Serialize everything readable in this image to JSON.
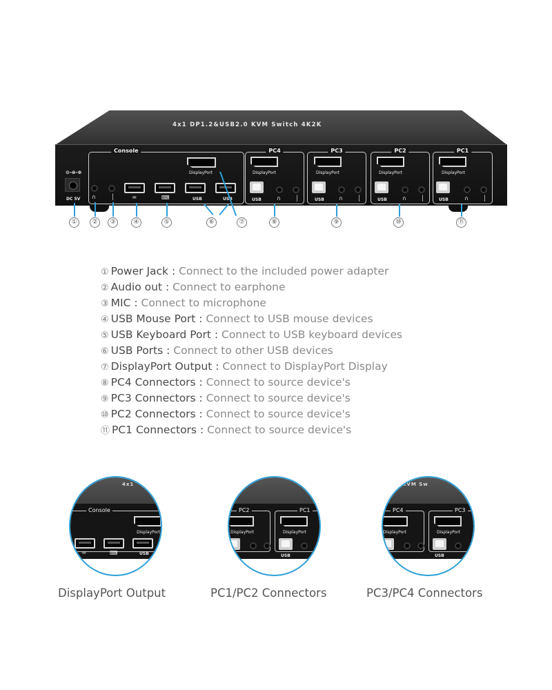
{
  "device": {
    "title": "4x1 DP1.2&USB2.0 KVM Switch 4K2K",
    "power": {
      "symbol": "⊝-⊜-⊕",
      "label": "DC 5V"
    },
    "console": {
      "label": "Console",
      "displayport_label": "DisplayPort",
      "usb_labels": [
        "USB",
        "USB"
      ],
      "mouse_icon": "♒",
      "keyboard_icon": "⌨"
    },
    "pc_panels": [
      {
        "label": "PC4",
        "displayport_label": "DisplayPort",
        "usb_label": "USB"
      },
      {
        "label": "PC3",
        "displayport_label": "DisplayPort",
        "usb_label": "USB"
      },
      {
        "label": "PC2",
        "displayport_label": "DisplayPort",
        "usb_label": "USB"
      },
      {
        "label": "PC1",
        "displayport_label": "DisplayPort",
        "usb_label": "USB"
      }
    ],
    "icons": {
      "headphone": "∩",
      "mic": "│"
    },
    "callouts": [
      "①",
      "②",
      "③",
      "④",
      "⑤",
      "⑥",
      "⑦",
      "⑧",
      "⑨",
      "⑩",
      "⑪"
    ],
    "accent_color": "#2e9fd8"
  },
  "legend": [
    {
      "num": "①",
      "name": "Power Jack :",
      "desc": " Connect to the included power adapter"
    },
    {
      "num": "②",
      "name": "Audio out :",
      "desc": " Connect to earphone"
    },
    {
      "num": "③",
      "name": "MIC :",
      "desc": " Connect to microphone"
    },
    {
      "num": "④",
      "name": "USB Mouse Port :",
      "desc": " Connect to USB mouse devices"
    },
    {
      "num": "⑤",
      "name": "USB Keyboard Port :",
      "desc": " Connect to USB keyboard devices"
    },
    {
      "num": "⑥",
      "name": "USB Ports :",
      "desc": " Connect to other USB devices"
    },
    {
      "num": "⑦",
      "name": "DisplayPort Output :",
      "desc": " Connect to DisplayPort Display"
    },
    {
      "num": "⑧",
      "name": "PC4 Connectors :",
      "desc": " Connect to source device's"
    },
    {
      "num": "⑨",
      "name": "PC3 Connectors :",
      "desc": " Connect to source device's"
    },
    {
      "num": "⑩",
      "name": "PC2 Connectors :",
      "desc": " Connect to source device's"
    },
    {
      "num": "⑪",
      "name": "PC1 Connectors :",
      "desc": " Connect to source device's"
    }
  ],
  "details": [
    {
      "caption": "DisplayPort Output",
      "panel_label": "Console",
      "top_text": "4x1",
      "dp_label": "DisplayPort",
      "usb_label": "USB"
    },
    {
      "caption": "PC1/PC2 Connectors",
      "panel_labels": [
        "PC2",
        "PC1"
      ],
      "dp_label": "DisplayPort",
      "usb_label": "USB"
    },
    {
      "caption": "PC3/PC4 Connectors",
      "panel_labels": [
        "PC4",
        "PC3"
      ],
      "top_text": "KVM Sw",
      "dp_label": "DisplayPort",
      "usb_label": "USB"
    }
  ]
}
